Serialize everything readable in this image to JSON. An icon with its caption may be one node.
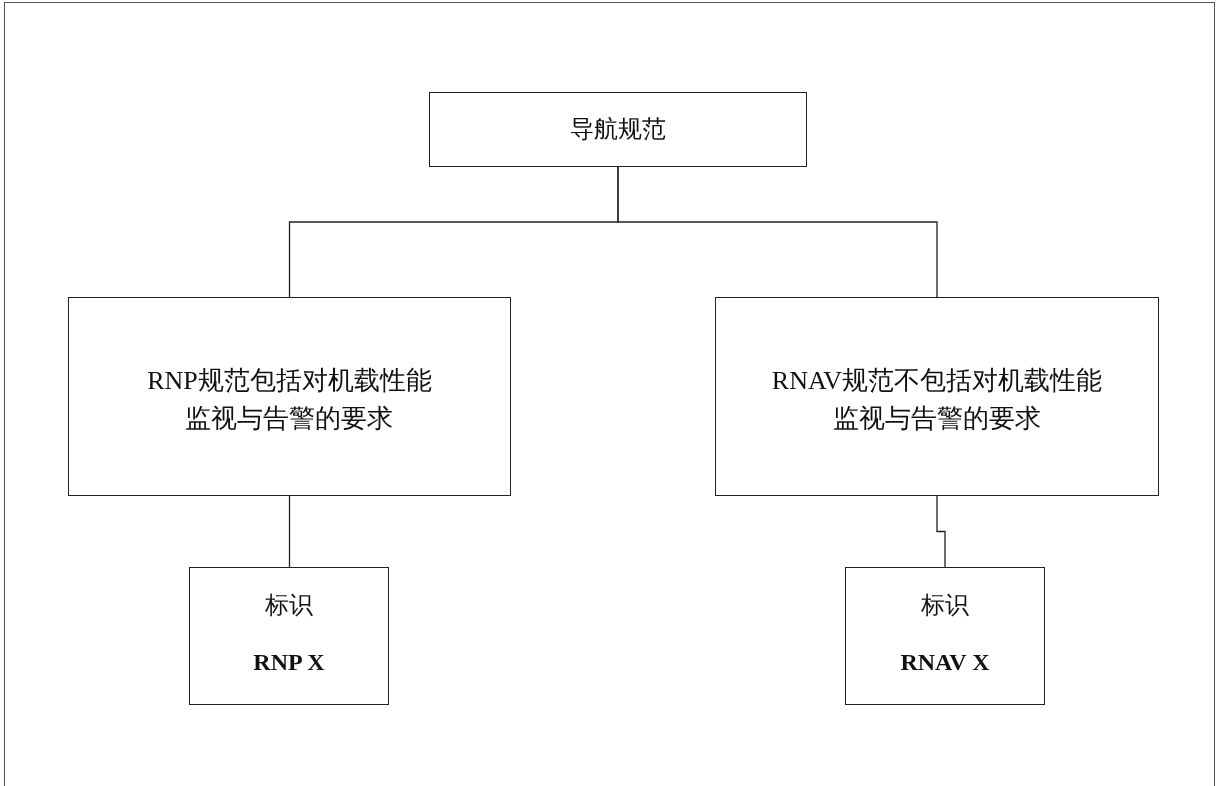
{
  "diagram": {
    "nodes": [
      {
        "text": [
          "导航规范"
        ]
      },
      {
        "text": [
          "RNP规范包括对机载性能监视与告警的要求"
        ]
      },
      {
        "text": [
          "RNAV规范不包括对机载性能监视与告警的要求"
        ]
      },
      {
        "text": [
          "标识",
          "RNP X"
        ]
      },
      {
        "text": [
          "标识",
          "RNAV X"
        ]
      }
    ],
    "edges": [
      {
        "from": 0,
        "to": 1,
        "arrow": "none"
      },
      {
        "from": 0,
        "to": 2,
        "arrow": "none"
      },
      {
        "from": 1,
        "to": 3,
        "arrow": "none"
      },
      {
        "from": 2,
        "to": 4,
        "arrow": "none"
      }
    ]
  }
}
